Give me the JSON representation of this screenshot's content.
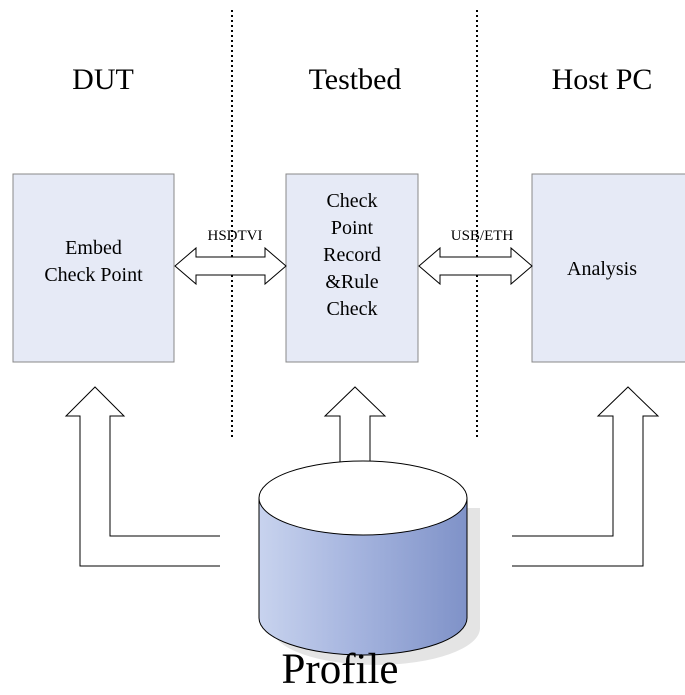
{
  "columns": {
    "dut": "DUT",
    "testbed": "Testbed",
    "host": "Host PC"
  },
  "boxes": {
    "dut": "Embed\nCheck Point",
    "testbed": "Check\nPoint\nRecord\n&Rule\nCheck",
    "host": "Analysis"
  },
  "links": {
    "dut_testbed": "HSDTVI",
    "testbed_host": "USB/ETH"
  },
  "database": {
    "label": "Profile"
  },
  "colors": {
    "box_fill": "#e6eaf6",
    "box_stroke": "#888888",
    "db_top": "#ffffff",
    "db_body": "#9aaad4",
    "line": "#000000"
  }
}
